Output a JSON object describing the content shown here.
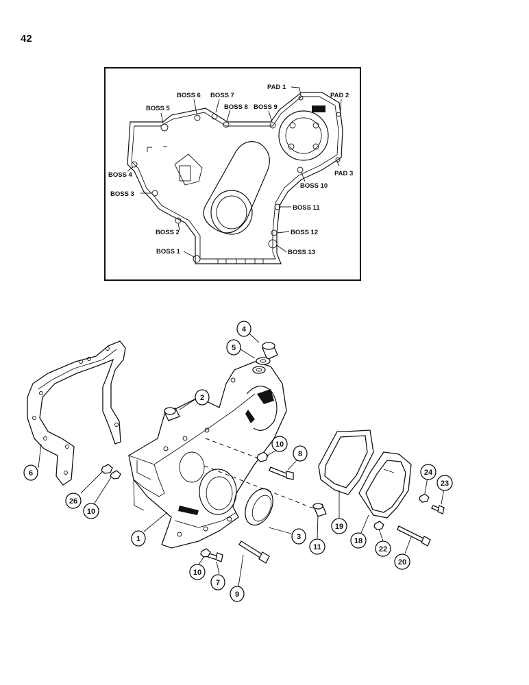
{
  "page_number": "42",
  "inset": {
    "labels": {
      "pad1": "PAD 1",
      "pad2": "PAD 2",
      "pad3": "PAD 3",
      "boss1": "BOSS 1",
      "boss2": "BOSS 2",
      "boss3": "BOSS 3",
      "boss4": "BOSS 4",
      "boss5": "BOSS 5",
      "boss6": "BOSS 6",
      "boss7": "BOSS 7",
      "boss8": "BOSS 8",
      "boss9": "BOSS 9",
      "boss10": "BOSS 10",
      "boss11": "BOSS 11",
      "boss12": "BOSS 12",
      "boss13": "BOSS 13"
    }
  },
  "callouts": {
    "c1": "1",
    "c2": "2",
    "c3": "3",
    "c4": "4",
    "c5": "5",
    "c6": "6",
    "c7": "7",
    "c8": "8",
    "c9": "9",
    "c10a": "10",
    "c10b": "10",
    "c10c": "10",
    "c11": "11",
    "c18": "18",
    "c19": "19",
    "c20": "20",
    "c22": "22",
    "c23": "23",
    "c24": "24",
    "c26": "26"
  }
}
